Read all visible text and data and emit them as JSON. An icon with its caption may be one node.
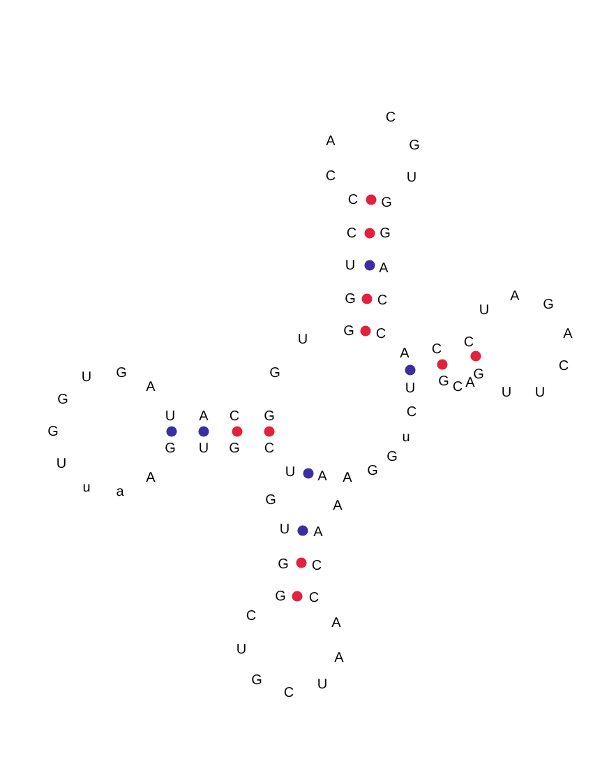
{
  "diagram": {
    "labels": [
      "C",
      "A",
      "G",
      "C",
      "U",
      "C",
      "G",
      "C",
      "G",
      "U",
      "A",
      "G",
      "C",
      "U",
      "A",
      "G",
      "U",
      "G",
      "C",
      "A",
      "C",
      "C",
      "A",
      "U",
      "G",
      "G",
      "G",
      "A",
      "G",
      "C",
      "G",
      "A",
      "U",
      "C",
      "U",
      "U",
      "U",
      "A",
      "C",
      "G",
      "C",
      "G",
      "u",
      "U",
      "G",
      "U",
      "G",
      "C",
      "G",
      "A",
      "U",
      "A",
      "A",
      "G",
      "u",
      "a",
      "G",
      "A",
      "U",
      "A",
      "G",
      "C",
      "G",
      "C",
      "C",
      "A",
      "U",
      "A",
      "G",
      "C",
      "U"
    ]
  }
}
